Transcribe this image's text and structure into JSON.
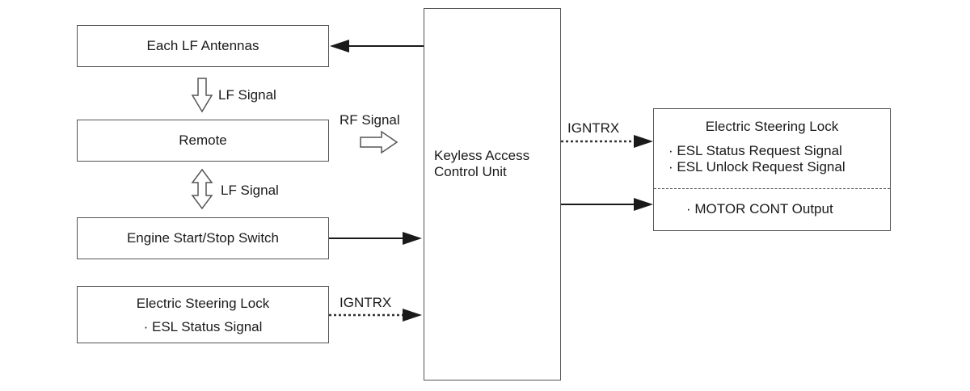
{
  "boxes": {
    "lf_antennas": "Each LF Antennas",
    "remote": "Remote",
    "engine_switch": "Engine Start/Stop Switch",
    "esl_left_title": "Electric Steering Lock",
    "esl_left_item": "· ESL Status Signal",
    "kacu_line1": "Keyless Access",
    "kacu_line2": "Control Unit",
    "esl_right_title": "Electric Steering Lock",
    "esl_right_item1": "· ESL Status Request Signal",
    "esl_right_item2": "· ESL Unlock Request Signal",
    "esl_right_item3": "· MOTOR CONT Output"
  },
  "signals": {
    "lf_signal_1": "LF Signal",
    "lf_signal_2": "LF Signal",
    "rf_signal": "RF Signal",
    "igntrx_left": "IGNTRX",
    "igntrx_right": "IGNTRX"
  }
}
